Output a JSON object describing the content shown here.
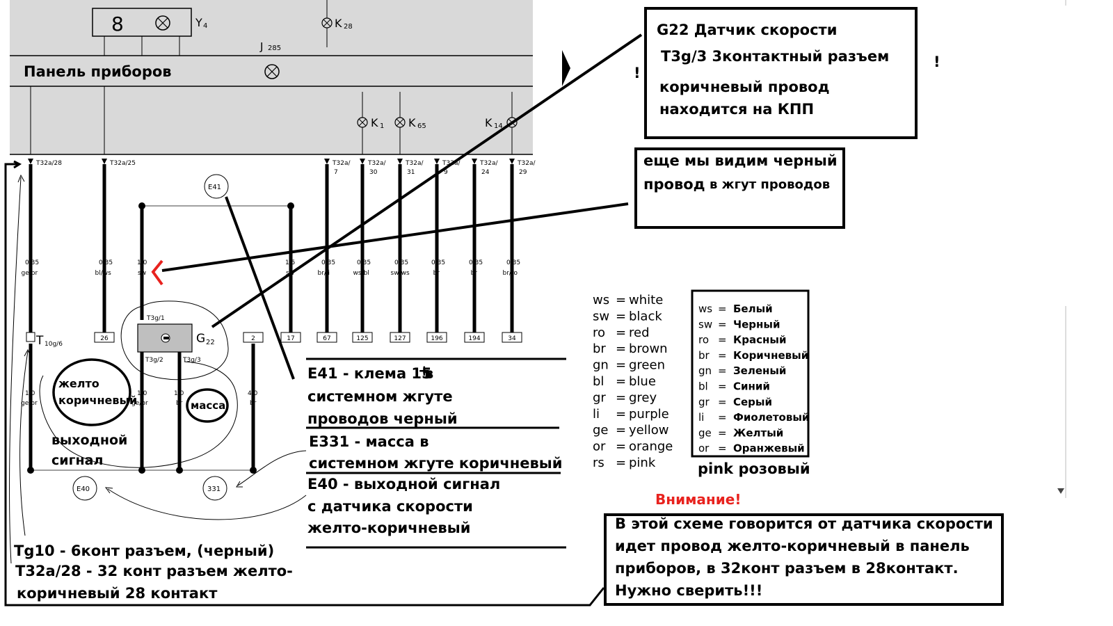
{
  "panel": {
    "title": "Панель приборов",
    "y4": "Y",
    "y4_sub": "4",
    "k28": "K",
    "k28_sub": "28",
    "j285": "J",
    "j285_sub": "285",
    "k1": "K",
    "k1_sub": "1",
    "k65": "K",
    "k65_sub": "65",
    "k14": "K",
    "k14_sub": "14"
  },
  "connectors": [
    {
      "pin": "T32a/28",
      "gauge": "0,35",
      "color": "ge/br"
    },
    {
      "pin": "T32a/25",
      "gauge": "0,35",
      "color": "bl/ws"
    },
    {
      "pin": "T32a/",
      "pin2": "7",
      "gauge": "0,35",
      "color": "br/li"
    },
    {
      "pin": "T32a/",
      "pin2": "30",
      "gauge": "0,35",
      "color": "ws/bl"
    },
    {
      "pin": "T32a/",
      "pin2": "31",
      "gauge": "0,35",
      "color": "sw/ws"
    },
    {
      "pin": "T32a/",
      "pin2": "9",
      "gauge": "0,35",
      "color": "br"
    },
    {
      "pin": "T32a/",
      "pin2": "24",
      "gauge": "0,35",
      "color": "br"
    },
    {
      "pin": "T32a/",
      "pin2": "29",
      "gauge": "0,35",
      "color": "br/ro"
    }
  ],
  "wires": {
    "sw_gauge": "1,0",
    "sw_color": "sw",
    "w17_gauge": "1,5",
    "w17_color": "sw",
    "left_gauge": "1,0",
    "left_color": "ge/br",
    "g22a_gauge": "1,0",
    "g22a_color": "ge/br",
    "g22b_gauge": "1,0",
    "g22b_color": "br",
    "w2_gauge": "4,0",
    "w2_color": "br"
  },
  "terminals": [
    "26",
    "2",
    "17",
    "67",
    "125",
    "127",
    "196",
    "194",
    "34"
  ],
  "nodes": {
    "e41": "E41",
    "e40": "E40",
    "n331": "331",
    "g22": "G",
    "g22_sub": "22",
    "t3g1": "T3g/1",
    "t3g2": "T3g/2",
    "t3g3": "T3g/3",
    "t10": "T",
    "t10_sub": "10g/6"
  },
  "callouts": {
    "g22_line1": "G22 Датчик скорости",
    "g22_line2": "T3g/3 3контактный разъем",
    "g22_line3": "коричневый провод",
    "g22_line4": "находится на КПП",
    "black_line1": "еще мы видим черный",
    "black_line2a": "провод",
    "black_line2b": "в жгут проводов",
    "exclaim": "!",
    "exclaim2": "!",
    "yellow_brown_line1": "желто",
    "yellow_brown_line2": "коричневый",
    "output_line1": "выходной",
    "output_line2": "сигнал",
    "mass": "масса",
    "e41_line1": "E41 - клема 15",
    "e41_plus": "+",
    "e41_in": "в",
    "e41_line2": "системном жгуте",
    "e41_line3": "проводов   черный",
    "e331_line1": "E331 - масса в",
    "e331_line2": "системном жгуте  коричневый",
    "e40_line1": "E40 - выходной сигнал",
    "e40_line2": "с датчика скорости",
    "e40_line3": "желто-коричневый",
    "tg10_line": "Tg10 - 6конт разъем, (черный)",
    "t32_line1": "T32a/28 - 32 конт разъем желто-",
    "t32_line2": "коричневый 28 контакт",
    "attention": "Внимание!",
    "note_line1": "В этой схеме говорится от датчика скорости",
    "note_line2": "идет провод желто-коричневый в панель",
    "note_line3": "приборов, в 32конт разъем в 28контакт.",
    "note_line4": "Нужно сверить!!!",
    "pink": "pink розовый"
  },
  "legend_en": [
    {
      "code": "ws",
      "name": "white"
    },
    {
      "code": "sw",
      "name": "black"
    },
    {
      "code": "ro",
      "name": "red"
    },
    {
      "code": "br",
      "name": "brown"
    },
    {
      "code": "gn",
      "name": "green"
    },
    {
      "code": "bl",
      "name": "blue"
    },
    {
      "code": "gr",
      "name": "grey"
    },
    {
      "code": "li",
      "name": "purple"
    },
    {
      "code": "ge",
      "name": "yellow"
    },
    {
      "code": "or",
      "name": "orange"
    },
    {
      "code": "rs",
      "name": "pink"
    }
  ],
  "legend_ru": [
    {
      "code": "ws",
      "name": "Белый"
    },
    {
      "code": "sw",
      "name": "Черный"
    },
    {
      "code": "ro",
      "name": "Красный"
    },
    {
      "code": "br",
      "name": "Коричневый"
    },
    {
      "code": "gn",
      "name": "Зеленый"
    },
    {
      "code": "bl",
      "name": "Синий"
    },
    {
      "code": "gr",
      "name": "Серый"
    },
    {
      "code": "li",
      "name": "Фиолетовый"
    },
    {
      "code": "ge",
      "name": "Желтый"
    },
    {
      "code": "or",
      "name": "Оранжевый"
    }
  ],
  "colors": {
    "panel_bg": "#d9d9d9",
    "accent_red": "#e8221e"
  }
}
